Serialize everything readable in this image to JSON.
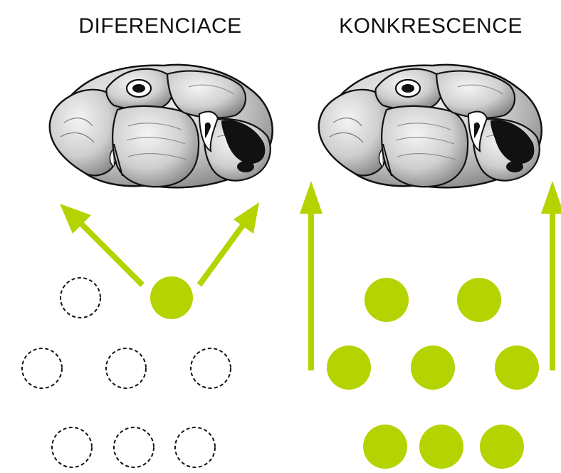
{
  "panels": [
    {
      "title": "DIFERENCIACE",
      "tooth_icon": "molar-occlusal-icon",
      "arrow_icon": "diverging-arrows-icon",
      "circle_style": "dashed"
    },
    {
      "title": "KONKRESCENCE",
      "tooth_icon": "molar-occlusal-icon",
      "arrow_icon": "upward-arrows-icon",
      "circle_style": "filled"
    }
  ],
  "colors": {
    "accent": "#b5d300",
    "outline": "#111111",
    "tooth_fill": "#e4e4e4",
    "tooth_shade": "#9a9a9a",
    "background": "#ffffff"
  }
}
